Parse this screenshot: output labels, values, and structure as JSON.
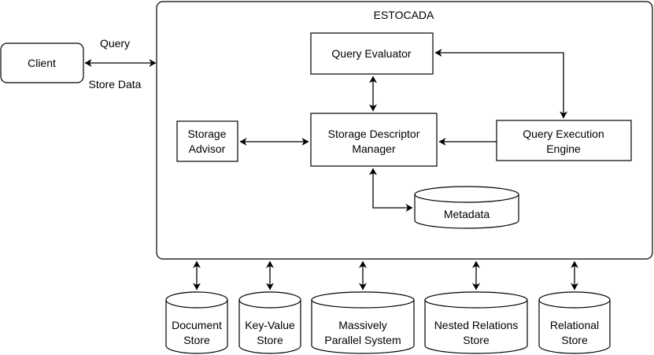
{
  "system": {
    "title": "ESTOCADA"
  },
  "client": {
    "label": "Client"
  },
  "client_link": {
    "top_label": "Query",
    "bottom_label": "Store Data"
  },
  "components": {
    "query_evaluator": "Query Evaluator",
    "storage_advisor": [
      "Storage",
      "Advisor"
    ],
    "storage_descriptor_manager": [
      "Storage Descriptor",
      "Manager"
    ],
    "query_execution_engine": [
      "Query Execution",
      "Engine"
    ],
    "metadata": "Metadata"
  },
  "stores": [
    {
      "lines": [
        "Document",
        "Store"
      ]
    },
    {
      "lines": [
        "Key-Value",
        "Store"
      ]
    },
    {
      "lines": [
        "Massively",
        "Parallel System"
      ]
    },
    {
      "lines": [
        "Nested Relations",
        "Store"
      ]
    },
    {
      "lines": [
        "Relational",
        "Store"
      ]
    }
  ]
}
